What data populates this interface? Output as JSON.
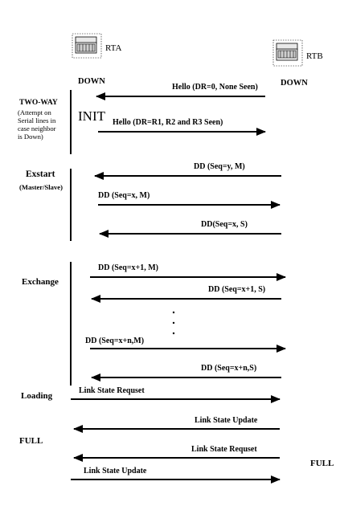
{
  "routers": {
    "left": {
      "name": "RTA",
      "icon": "router-icon"
    },
    "right": {
      "name": "RTB",
      "icon": "router-icon"
    }
  },
  "states": {
    "rta_down": "DOWN",
    "rtb_down": "DOWN",
    "two_way": "TWO-WAY",
    "two_way_note": [
      "(Attempt on",
      "Serial lines in",
      "case neighbor",
      "is Down)"
    ],
    "init": "INIT",
    "exstart": "Exstart",
    "exstart_note": "(Master/Slave)",
    "exchange": "Exchange",
    "loading": "Loading",
    "rta_full": "FULL",
    "rtb_full": "FULL"
  },
  "messages": [
    {
      "label": "Hello (DR=0, None Seen)",
      "direction": "to-left"
    },
    {
      "label": "Hello (DR=R1, R2 and R3 Seen)",
      "direction": "to-right"
    },
    {
      "label": "DD (Seq=y, M)",
      "direction": "to-left"
    },
    {
      "label": "DD (Seq=x, M)",
      "direction": "to-right"
    },
    {
      "label": "DD(Seq=x, S)",
      "direction": "to-left"
    },
    {
      "label": "DD (Seq=x+1, M)",
      "direction": "to-right"
    },
    {
      "label": "DD (Seq=x+1, S)",
      "direction": "to-left"
    },
    {
      "label": "DD (Seq=x+n,M)",
      "direction": "to-right"
    },
    {
      "label": "DD (Seq=x+n,S)",
      "direction": "to-left"
    },
    {
      "label": "Link State Requset",
      "direction": "to-right"
    },
    {
      "label": "Link State Update",
      "direction": "to-left"
    },
    {
      "label": "Link State Requset",
      "direction": "to-left"
    },
    {
      "label": "Link State Update",
      "direction": "to-right"
    }
  ],
  "colors": {
    "ink": "#000000",
    "background": "#ffffff"
  }
}
